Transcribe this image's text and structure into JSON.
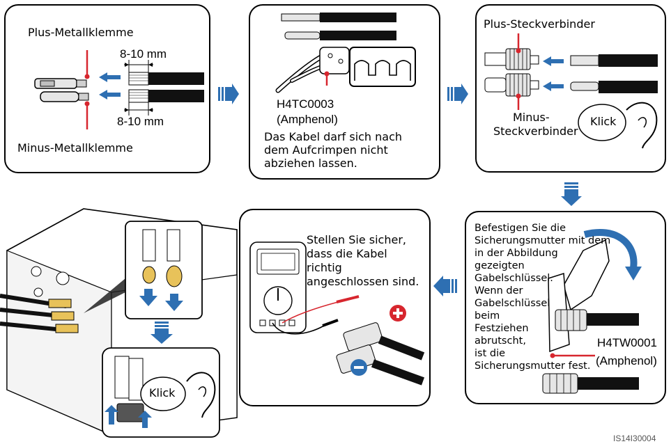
{
  "colors": {
    "accent_blue": "#2e6fb2",
    "marker_red": "#d7262e",
    "outline": "#000000",
    "metal_gray": "#bfbfbf",
    "connector_yellow": "#e8c25a"
  },
  "steps": [
    {
      "id": "crimp-prep",
      "labels": {
        "plus_terminal": "Plus-Metallklemme",
        "minus_terminal": "Minus-Metallklemme",
        "strip_top": "8-10 mm",
        "strip_bottom": "8-10 mm"
      }
    },
    {
      "id": "crimping",
      "labels": {
        "tool_model": "H4TC0003",
        "tool_vendor": "(Amphenol)",
        "note_line1": "Das Kabel darf sich nach",
        "note_line2": "dem Aufcrimpen nicht",
        "note_line3": "abziehen lassen."
      }
    },
    {
      "id": "connector-assembly",
      "labels": {
        "plus_connector": "Plus-Steckverbinder",
        "minus_line1": "Minus-",
        "minus_line2": "Steckverbinder",
        "click": "Klick"
      }
    },
    {
      "id": "tighten-nut",
      "labels": {
        "text_lines": [
          "Befestigen Sie die",
          "Sicherungsmutter mit dem",
          "in der Abbildung",
          "gezeigten",
          "Gabelschlüssel.",
          "Wenn der",
          "Gabelschlüssel",
          "beim",
          "Festziehen",
          "abrutscht,",
          "ist die",
          "Sicherungsmutter fest."
        ],
        "wrench_model": "H4TW0001",
        "wrench_vendor": "(Amphenol)"
      }
    },
    {
      "id": "measure",
      "labels": {
        "line1": "Stellen Sie sicher,",
        "line2": "dass die Kabel",
        "line3": "richtig",
        "line4": "angeschlossen sind."
      }
    },
    {
      "id": "insert-inverter",
      "labels": {
        "click": "Klick"
      }
    }
  ],
  "figure_code": "IS14I30004"
}
